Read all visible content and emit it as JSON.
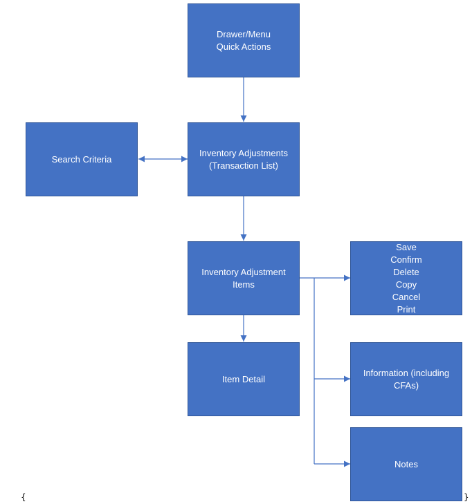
{
  "diagram": {
    "colors": {
      "box_fill": "#4472C4",
      "box_border": "#2F5597",
      "box_text": "#FFFFFF",
      "connector": "#4472C4"
    },
    "nodes": {
      "drawer_menu": {
        "line1": "Drawer/Menu",
        "line2": "Quick Actions"
      },
      "search_criteria": {
        "label": "Search Criteria"
      },
      "inventory_adjustments": {
        "line1": "Inventory Adjustments",
        "line2": "(Transaction List)"
      },
      "inventory_adjustment_items": {
        "line1": "Inventory Adjustment",
        "line2": "Items"
      },
      "actions": {
        "items": [
          "Save",
          "Confirm",
          "Delete",
          "Copy",
          "Cancel",
          "Print"
        ]
      },
      "item_detail": {
        "label": "Item Detail"
      },
      "information": {
        "line1": "Information (including",
        "line2": "CFAs)"
      },
      "notes": {
        "label": "Notes"
      }
    },
    "stray_marks": {
      "left": "{",
      "right": "}"
    }
  }
}
